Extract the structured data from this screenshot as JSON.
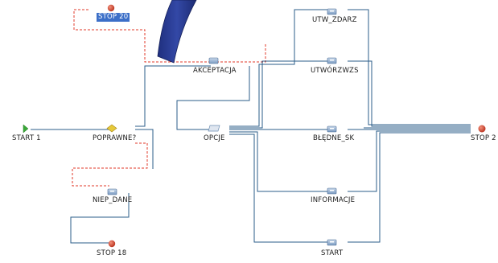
{
  "nodes": {
    "stop20": "STOP 20",
    "akceptacja": "AKCEPTACJA",
    "utw_zdarz": "UTW_ZDARZ",
    "utworzwzs": "UTWÓRZWZS",
    "start1": "START 1",
    "poprawne": "POPRAWNE?",
    "opcje": "OPCJE",
    "bledne_sk": "BŁĘDNE_SK",
    "stop2": "STOP 2",
    "niep_dane": "NIEP_DANE",
    "informacje": "INFORMACJE",
    "stop18": "STOP 18",
    "start": "START"
  },
  "colors": {
    "line": "#2b5d8a",
    "dashed": "#e03a2a",
    "stop": "#d9452c",
    "start": "#3aa838",
    "decision": "#e6c93a",
    "task": "#7fa0c6",
    "overlay": "#2a3d8f"
  }
}
